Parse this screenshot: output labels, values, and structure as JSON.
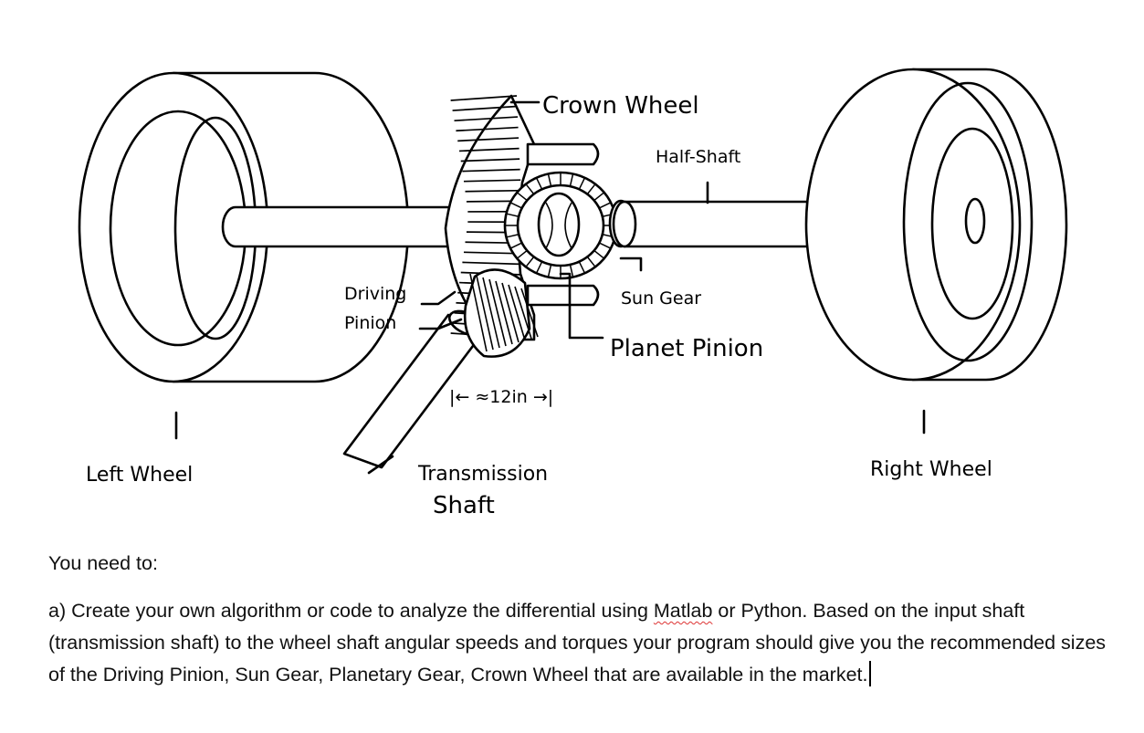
{
  "labels": {
    "crown_wheel": "Crown Wheel",
    "half_shaft": "Half-Shaft",
    "driving_pinion_line1": "Driving",
    "driving_pinion_line2": "Pinion",
    "sun_gear": "Sun Gear",
    "planet_pinion": "Planet Pinion",
    "dimension": "|← ≈12in →|",
    "left_wheel": "Left Wheel",
    "transmission_line1": "Transmission",
    "transmission_line2": "Shaft",
    "right_wheel": "Right Wheel"
  },
  "text": {
    "intro": "You need to:",
    "task_a_prefix": "a) Create your own algorithm or code to analyze the differential using ",
    "task_a_matlab": "Matlab",
    "task_a_middle": " or Python.  Based on the input shaft (transmission shaft) to the wheel shaft angular speeds and torques your program should give you the recommended sizes of the Driving Pinion, Sun Gear, Planetary Gear, Crown Wheel that are available in the market."
  }
}
